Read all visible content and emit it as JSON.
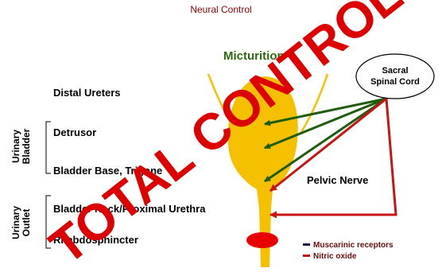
{
  "title": "Neural Control",
  "micturition": "Micturition",
  "sacral": {
    "line1": "Sacral",
    "line2": "Spinal Cord"
  },
  "labels": {
    "distal_ureters": "Distal Ureters",
    "detrusor": "Detrusor",
    "bladder_base": "Bladder Base, Trigone",
    "bladder_neck": "Bladder Neck/Proximal Urethra",
    "rhabdosphincter": "Rhabdosphincter"
  },
  "groups": {
    "urinary_bladder": {
      "line1": "Urinary",
      "line2": "Bladder"
    },
    "urinary_outlet": {
      "line1": "Urinary",
      "line2": "Outlet"
    }
  },
  "pelvic_nerve": "Pelvic Nerve",
  "legend": [
    {
      "label": "Muscarinic receptors",
      "color": "#1a1a4d"
    },
    {
      "label": "Nitric oxide",
      "color": "#cc1111"
    }
  ],
  "watermark": "TOTAL CONTROL",
  "colors": {
    "organ": "#f5c000",
    "sphincter": "#e80000",
    "green_arrow": "#1f5c0e",
    "red_arrow": "#c81414",
    "watermark": "#dd0000"
  }
}
